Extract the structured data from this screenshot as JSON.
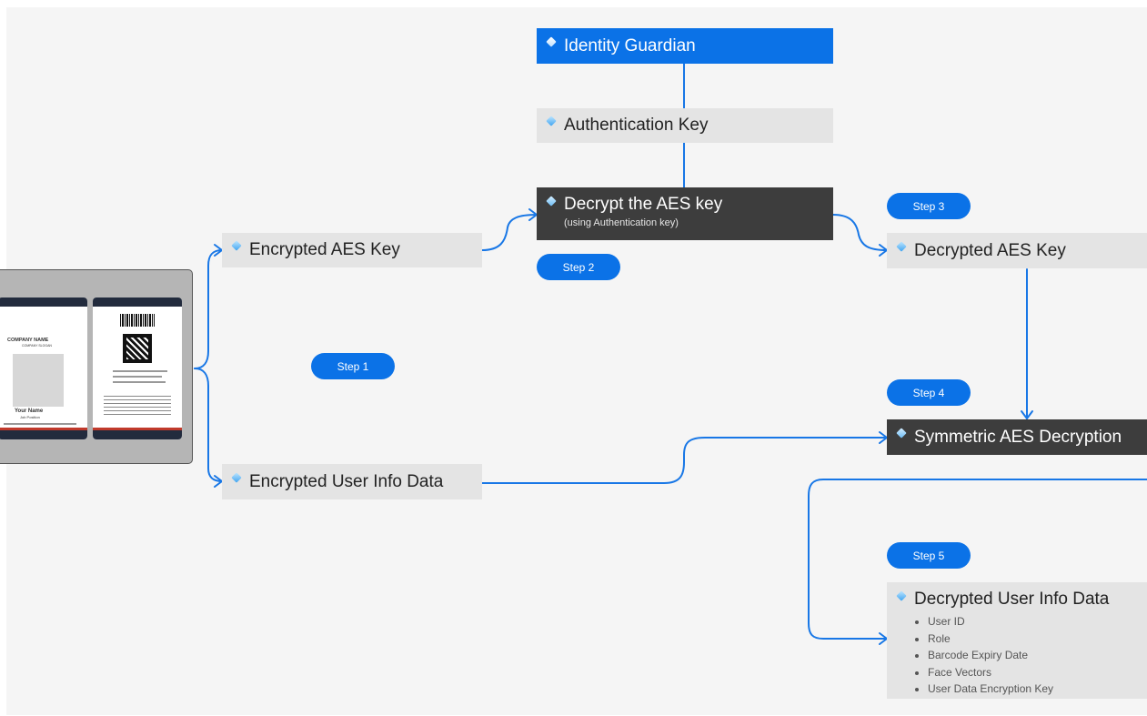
{
  "nodes": {
    "identity_guardian": "Identity Guardian",
    "authentication_key": "Authentication Key",
    "decrypt_aes_key": "Decrypt the AES key",
    "decrypt_aes_key_sub": "(using Authentication key)",
    "encrypted_aes_key": "Encrypted AES Key",
    "encrypted_user_info": "Encrypted User Info Data",
    "decrypted_aes_key": "Decrypted AES Key",
    "symmetric_aes_decryption": "Symmetric AES Decryption",
    "decrypted_user_info": "Decrypted User Info Data",
    "decrypted_user_info_items": [
      "User ID",
      "Role",
      "Barcode Expiry Date",
      "Face Vectors",
      "User Data Encryption Key"
    ]
  },
  "steps": {
    "step1": "Step 1",
    "step2": "Step 2",
    "step3": "Step 3",
    "step4": "Step 4",
    "step5": "Step 5"
  },
  "id_card": {
    "company": "COMPANY NAME",
    "slogan": "COMPANY SLOGAN",
    "name": "Your Name",
    "job": "Job Position"
  },
  "colors": {
    "accent": "#0b72e7",
    "wire": "#1877e6",
    "dark_node": "#3d3d3d",
    "light_node": "#e4e4e4",
    "canvas": "#f5f5f5"
  }
}
